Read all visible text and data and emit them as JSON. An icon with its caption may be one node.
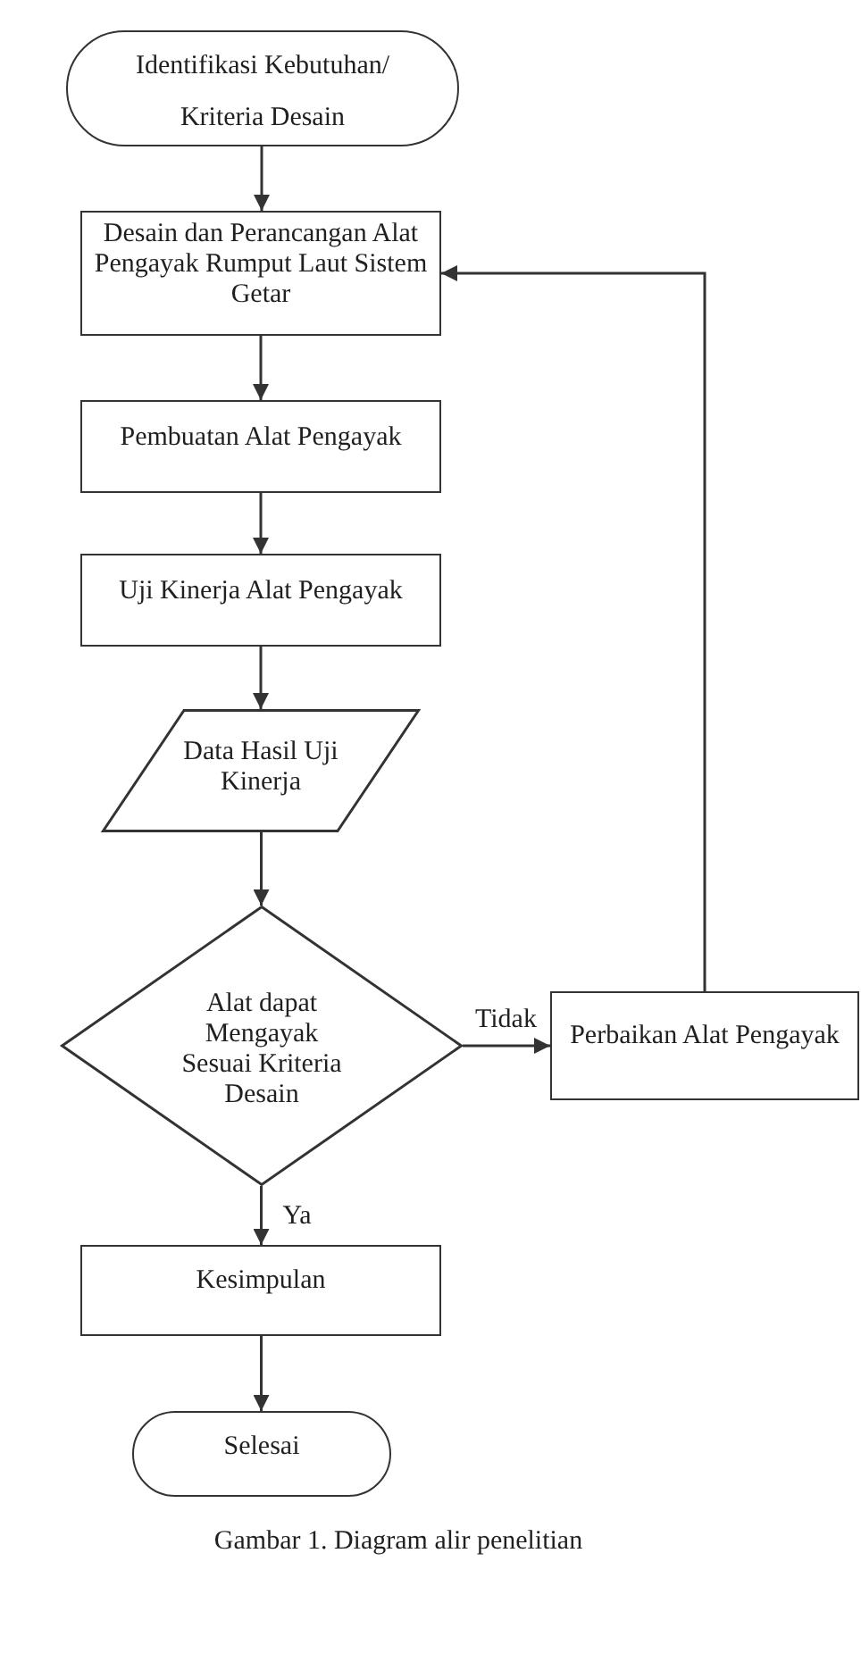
{
  "diagram": {
    "caption": "Gambar 1. Diagram alir penelitian",
    "nodes": [
      {
        "text": [
          "Identifikasi Kebutuhan/ Kriteria Desain"
        ]
      },
      {
        "text": [
          "Desain dan Perancangan Alat Pengayak Rumput Laut Sistem Getar"
        ]
      },
      {
        "text": [
          "Pembuatan Alat Pengayak"
        ]
      },
      {
        "text": [
          "Uji Kinerja Alat Pengayak"
        ]
      },
      {
        "text": [
          "Data Hasil Uji Kinerja"
        ]
      },
      {
        "text": [
          "Alat dapat Mengayak Sesuai Kriteria Desain"
        ]
      },
      {
        "text": [
          "Perbaikan Alat Pengayak"
        ]
      },
      {
        "text": [
          "Kesimpulan"
        ]
      },
      {
        "text": [
          "Selesai"
        ]
      }
    ],
    "edges": [
      {
        "from": 0,
        "to": 1,
        "arrow": "to"
      },
      {
        "from": 1,
        "to": 2,
        "arrow": "to"
      },
      {
        "from": 2,
        "to": 3,
        "arrow": "to"
      },
      {
        "from": 3,
        "to": 4,
        "arrow": "to"
      },
      {
        "from": 4,
        "to": 5,
        "arrow": "to"
      },
      {
        "from": 5,
        "to": 6,
        "arrow": "to",
        "label": "Tidak"
      },
      {
        "from": 6,
        "to": 1,
        "arrow": "to"
      },
      {
        "from": 5,
        "to": 7,
        "arrow": "to",
        "label": "Ya"
      },
      {
        "from": 7,
        "to": 8,
        "arrow": "to"
      }
    ]
  }
}
